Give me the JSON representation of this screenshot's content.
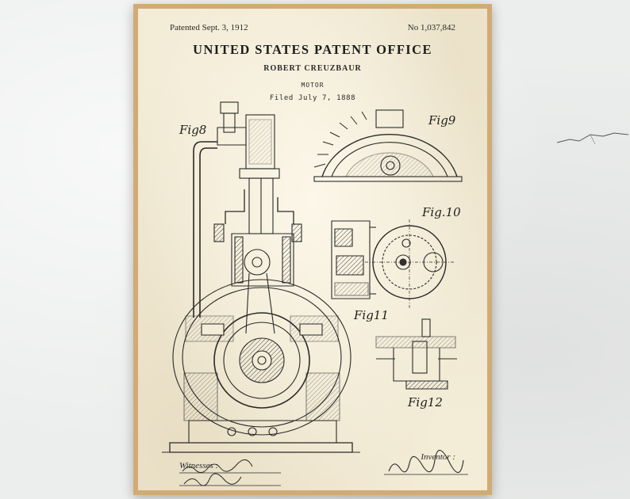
{
  "patent": {
    "date": "Patented Sept. 3, 1912",
    "number": "No 1,037,842",
    "office": "UNITED STATES PATENT OFFICE",
    "inventor": "ROBERT CREUZBAUR",
    "title": "MOTOR",
    "filed": "Filed July 7, 1888"
  },
  "figures": {
    "fig8": "Fig8",
    "fig9": "Fig9",
    "fig10": "Fig.10",
    "fig11": "Fig11",
    "fig12": "Fig12"
  },
  "signatures": {
    "witnesses_label": "Witnesses :",
    "inventor_label": "Inventor :"
  },
  "colors": {
    "frame": "#d2ab74",
    "paper": "#f3ecd7",
    "ink": "#2a2a2a"
  }
}
